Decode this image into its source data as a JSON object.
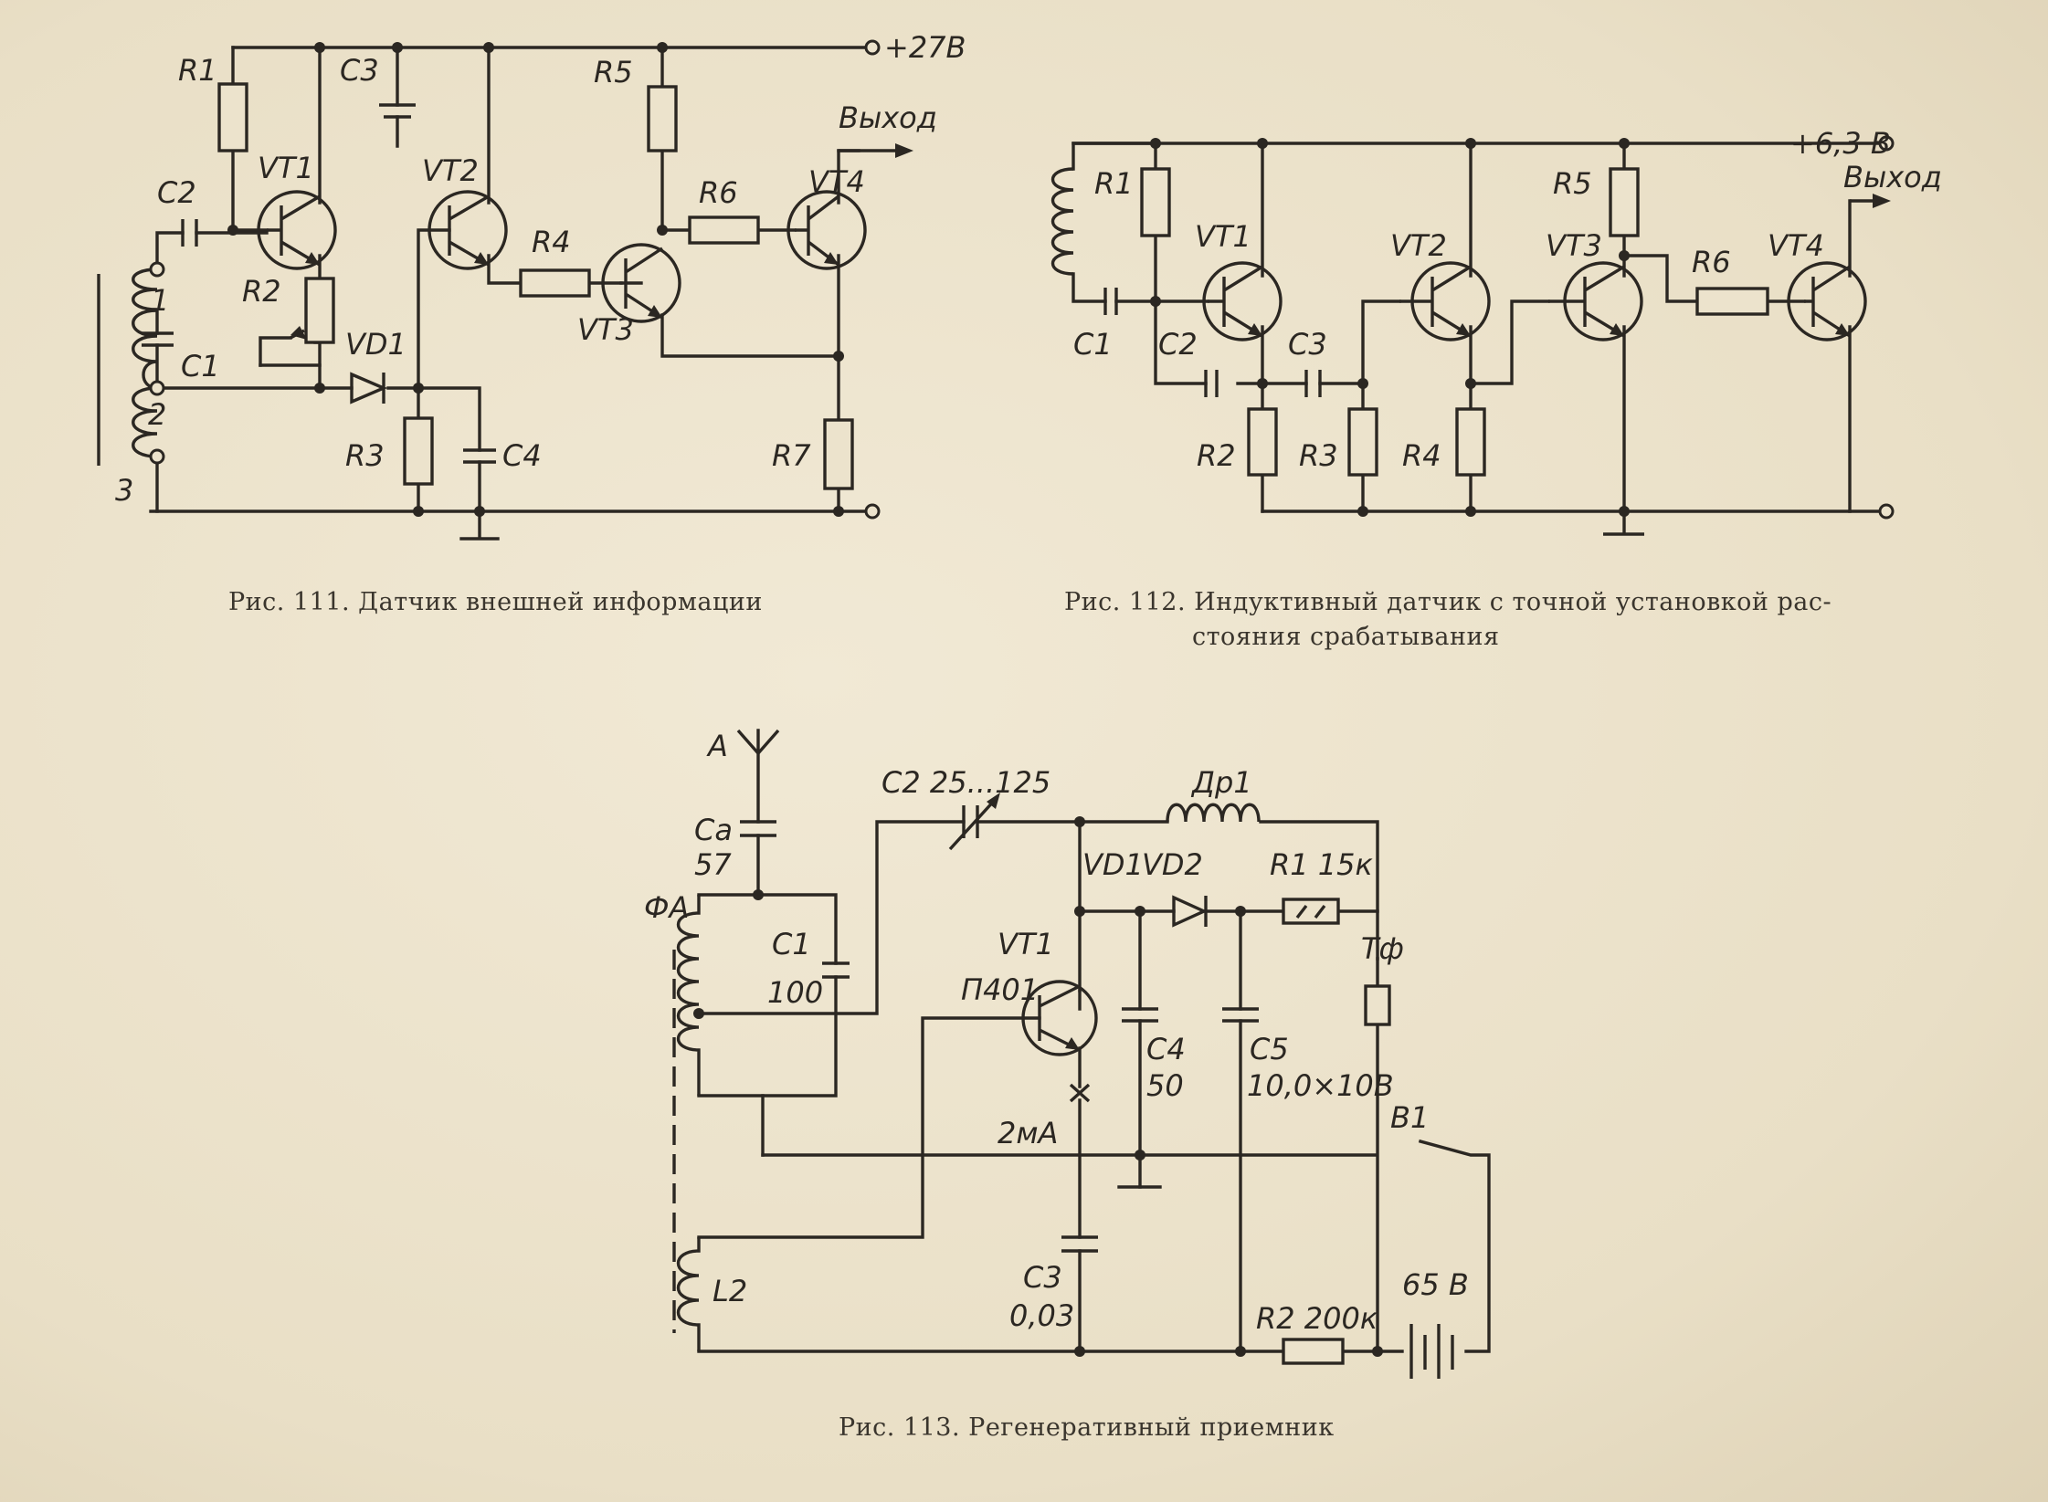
{
  "figures": [
    {
      "id": "fig111",
      "caption": "Рис. 111. Датчик внешней информации",
      "labels": [
        "R1",
        "C3",
        "+27В",
        "R5",
        "Выход",
        "C2",
        "VT1",
        "VT2",
        "VT4",
        "R6",
        "R4",
        "R2",
        "VT3",
        "VD1",
        "C1",
        "1",
        "2",
        "3",
        "R3",
        "C4",
        "R7"
      ]
    },
    {
      "id": "fig112",
      "caption_line1": "Рис. 112. Индуктивный датчик с точной установкой рас-",
      "caption_line2": "стояния срабатывания",
      "labels": [
        "+6,3 В",
        "Выход",
        "R1",
        "R5",
        "VT1",
        "VT2",
        "VT3",
        "VT4",
        "R6",
        "C1",
        "C2",
        "C3",
        "R2",
        "R3",
        "R4"
      ]
    },
    {
      "id": "fig113",
      "caption": "Рис. 113. Регенеративный приемник",
      "labels": [
        "A",
        "C2 25...125",
        "Др1",
        "Ca",
        "57",
        "VD1",
        "VD2",
        "R1 15к",
        "ФА",
        "C1",
        "100",
        "VT1",
        "П401",
        "Тф",
        "C4",
        "50",
        "C5",
        "10,0×10В",
        "2мА",
        "В1",
        "L2",
        "C3",
        "0,03",
        "65 В",
        "R2 200к"
      ]
    }
  ]
}
